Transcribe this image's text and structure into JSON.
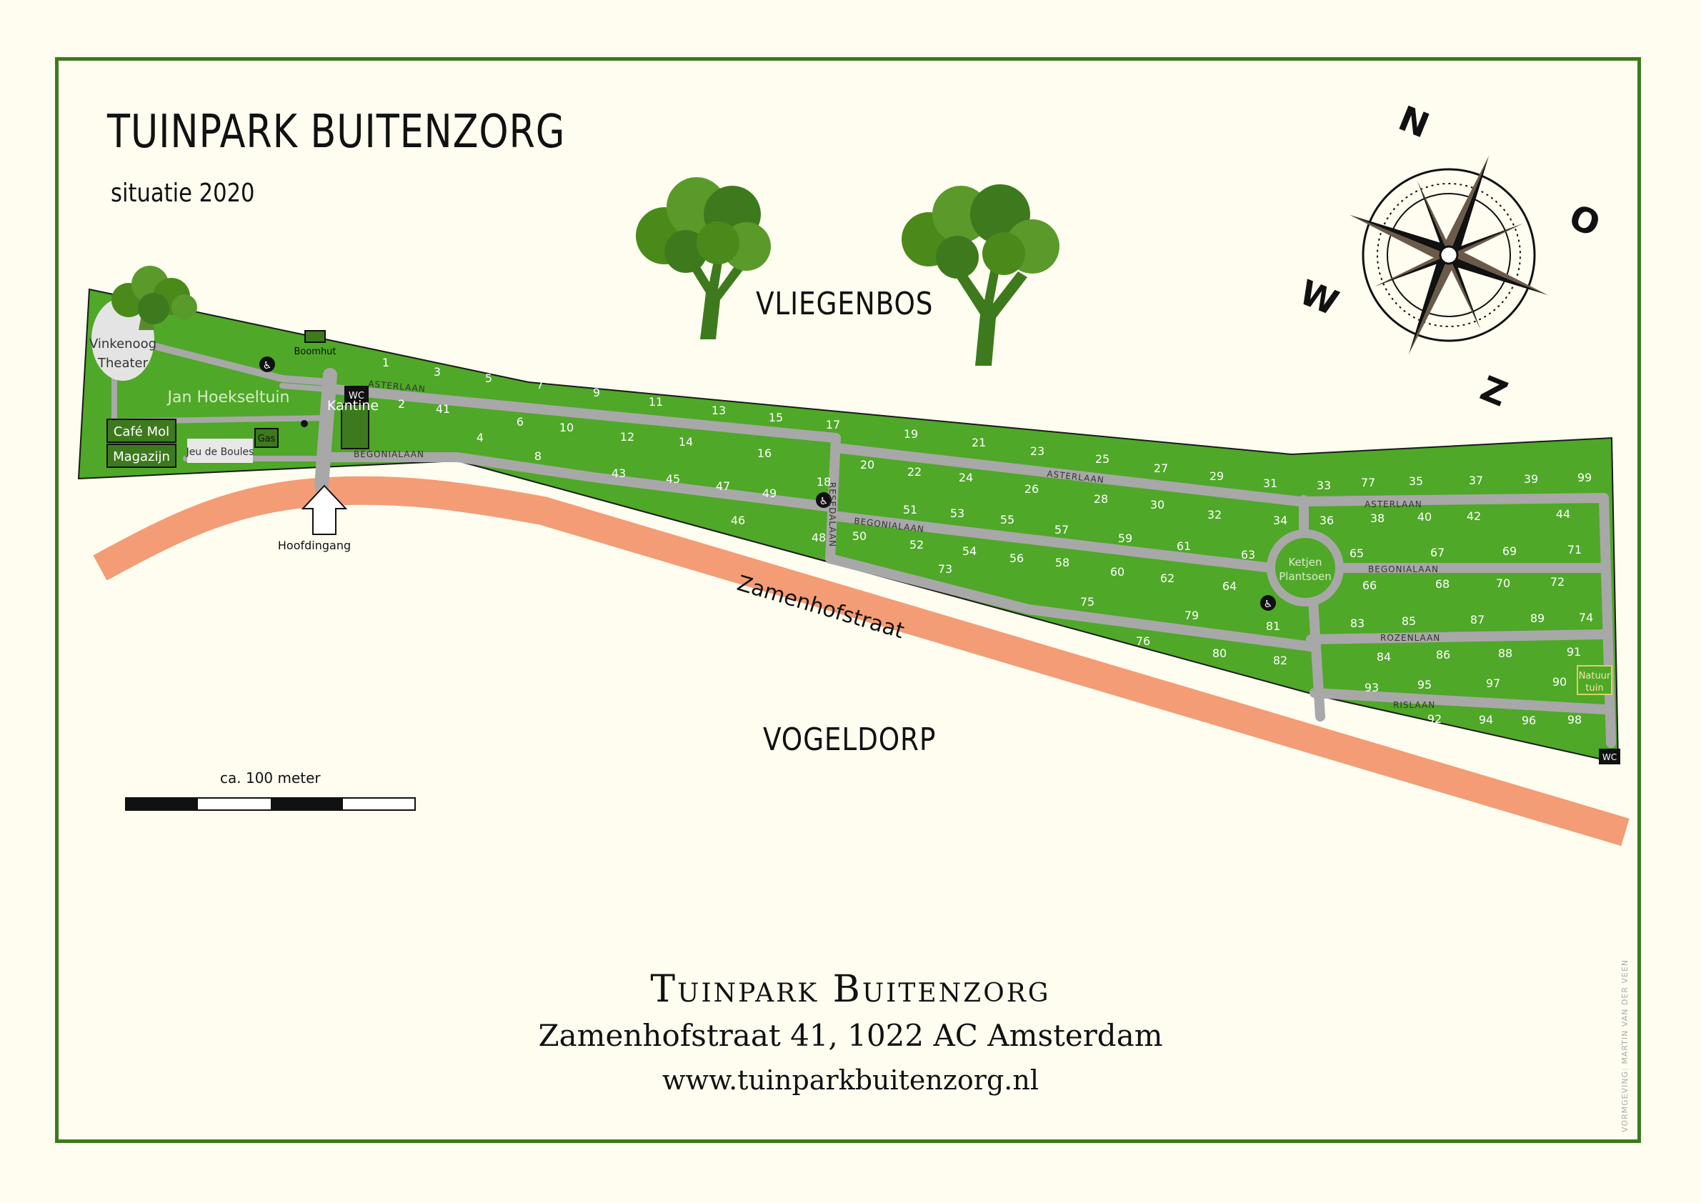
{
  "title": "TUINPARK BUITENZORG",
  "subtitle": "situatie 2020",
  "areas": {
    "north": "VLIEGENBOS",
    "south": "VOGELDORP"
  },
  "street": "Zamenhofstraat",
  "compass": {
    "n": "N",
    "e": "O",
    "s": "Z",
    "w": "W"
  },
  "scale_label": "ca. 100 meter",
  "entrance": "Hoofdingang",
  "buildings": {
    "theater_l1": "Vinkenoog",
    "theater_l2": "Theater",
    "garden": "Jan Hoekseltuin",
    "cafe": "Café Mol",
    "magazijn": "Magazijn",
    "jeu": "Jeu de Boules",
    "gas": "Gas",
    "kantine": "Kantine",
    "wc": "WC",
    "wc2": "WC",
    "boomhut": "Boomhut",
    "plantsoen_l1": "Ketjen",
    "plantsoen_l2": "Plantsoen",
    "natuur_l1": "Natuur",
    "natuur_l2": "tuin"
  },
  "paths": {
    "asterlaan1": "ASTERLAAN",
    "asterlaan2": "ASTERLAAN",
    "asterlaan3": "ASTERLAAN",
    "begonialaan1": "BEGONIALAAN",
    "begonialaan2": "BEGONIALAAN",
    "begonialaan3": "BEGONIALAAN",
    "resedalaan": "RESEDALAAN",
    "rozenlaan": "ROZENLAAN",
    "rislaan": "RISLAAN"
  },
  "footer": {
    "name": "Tuinpark Buitenzorg",
    "address": "Zamenhofstraat 41, 1022 AC  Amsterdam",
    "website": "www.tuinparkbuitenzorg.nl"
  },
  "credit": "VORMGEVING: MARTIN VAN DER VEEN",
  "plots": [
    "1",
    "3",
    "5",
    "7",
    "9",
    "11",
    "13",
    "15",
    "17",
    "19",
    "21",
    "23",
    "25",
    "27",
    "29",
    "31",
    "33",
    "77",
    "35",
    "37",
    "39",
    "99",
    "2",
    "41",
    "6",
    "10",
    "12",
    "14",
    "16",
    "20",
    "22",
    "24",
    "26",
    "28",
    "30",
    "32",
    "34",
    "36",
    "38",
    "40",
    "42",
    "44",
    "4",
    "8",
    "43",
    "45",
    "47",
    "49",
    "18",
    "51",
    "53",
    "55",
    "57",
    "59",
    "61",
    "63",
    "65",
    "67",
    "69",
    "71",
    "46",
    "48",
    "50",
    "52",
    "54",
    "56",
    "58",
    "60",
    "62",
    "64",
    "66",
    "68",
    "70",
    "72",
    "73",
    "75",
    "79",
    "81",
    "83",
    "85",
    "87",
    "89",
    "74",
    "76",
    "80",
    "82",
    "84",
    "86",
    "88",
    "91",
    "93",
    "95",
    "97",
    "90",
    "92",
    "94",
    "96",
    "98"
  ]
}
